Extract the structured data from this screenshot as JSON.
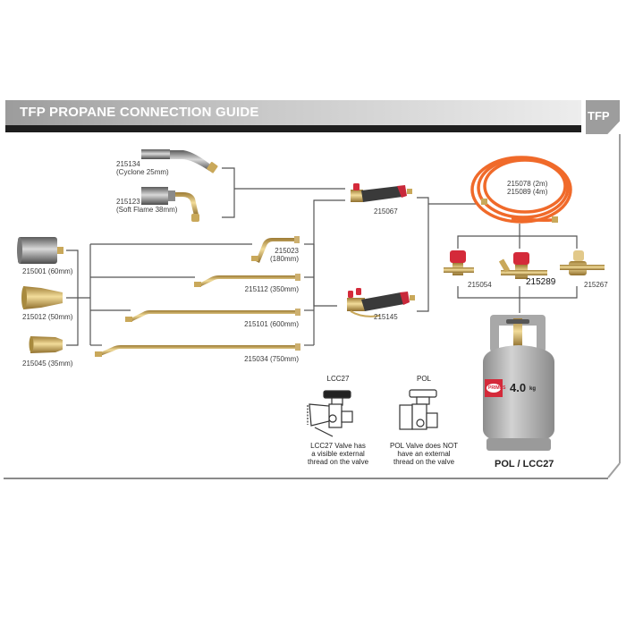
{
  "header": {
    "title": "TFP PROPANE CONNECTION GUIDE",
    "badge": "TFP"
  },
  "colors": {
    "header_gradient_start": "#9c9c9c",
    "header_gradient_end": "#ededed",
    "header_rule": "#1e1e1e",
    "badge": "#9d9d9d",
    "connector_line": "#555555",
    "brass": "#d4b46a",
    "hose": "#f06a2a",
    "regulator_cap": "#d42a3a",
    "cylinder": "#b9b9b9"
  },
  "torch_tips": [
    {
      "code": "215134",
      "desc": "(Cyclone 25mm)"
    },
    {
      "code": "215123",
      "desc": "(Soft Flame 38mm)"
    }
  ],
  "burner_heads": [
    {
      "label": "215001 (60mm)"
    },
    {
      "label": "215012 (50mm)"
    },
    {
      "label": "215045 (35mm)"
    }
  ],
  "extension_tubes": [
    {
      "code": "215023",
      "desc": "(180mm)"
    },
    {
      "label": "215112 (350mm)"
    },
    {
      "label": "215101 (600mm)"
    },
    {
      "label": "215034 (750mm)"
    }
  ],
  "handles": [
    {
      "code": "215067"
    },
    {
      "code": "215145"
    }
  ],
  "hose": {
    "line1": "215078 (2m)",
    "line2": "215089 (4m)"
  },
  "regulators": [
    {
      "code": "215054"
    },
    {
      "code": "215289"
    },
    {
      "code": "215267"
    }
  ],
  "cylinder": {
    "brand": "PRIMUS",
    "weight": "4.0",
    "unit": "kg",
    "caption": "POL / LCC27"
  },
  "valve_types": [
    {
      "title": "LCC27",
      "note_lines": [
        "LCC27 Valve has",
        "a visible external",
        "thread on the valve"
      ]
    },
    {
      "title": "POL",
      "note_lines": [
        "POL Valve does NOT",
        "have an external",
        "thread on the valve"
      ]
    }
  ]
}
